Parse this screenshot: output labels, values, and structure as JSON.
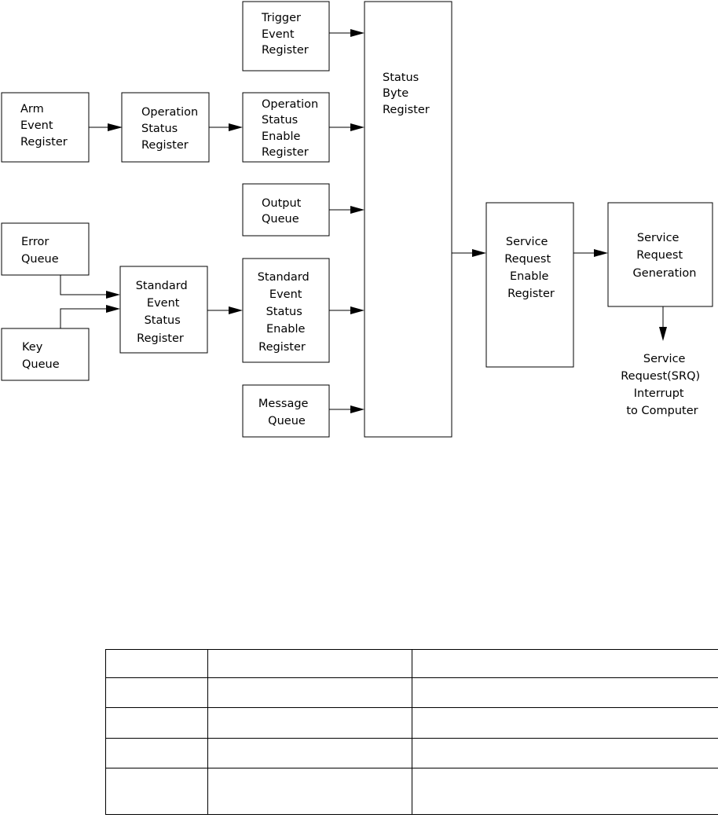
{
  "diagram": {
    "blocks": {
      "arm_event": {
        "lines": [
          "Arm",
          "Event",
          "Register"
        ]
      },
      "operation_status": {
        "lines": [
          "Operation",
          "Status",
          "Register"
        ]
      },
      "trigger_event": {
        "lines": [
          "Trigger",
          "Event",
          "Register"
        ]
      },
      "operation_status_enable": {
        "lines": [
          "Operation",
          "Status",
          "Enable",
          "Register"
        ]
      },
      "output_queue": {
        "lines": [
          "Output",
          "Queue"
        ]
      },
      "error_queue": {
        "lines": [
          "Error",
          "Queue"
        ]
      },
      "key_queue": {
        "lines": [
          "Key",
          "Queue"
        ]
      },
      "standard_event_status": {
        "lines": [
          "Standard",
          "Event",
          "Status",
          "Register"
        ]
      },
      "standard_event_status_enable": {
        "lines": [
          "Standard",
          "Event",
          "Status",
          "Enable",
          "Register"
        ]
      },
      "message_queue": {
        "lines": [
          "Message",
          "Queue"
        ]
      },
      "status_byte": {
        "lines": [
          "Status",
          "Byte",
          "Register"
        ]
      },
      "service_request_enable": {
        "lines": [
          "Service",
          "Request",
          "Enable",
          "Register"
        ]
      },
      "service_request_generation": {
        "lines": [
          "Service",
          "Request",
          "Generation"
        ]
      }
    },
    "output_label": {
      "lines": [
        "Service",
        "Request(SRQ)",
        "Interrupt",
        "to Computer"
      ]
    }
  },
  "table": {
    "rows": [
      [
        "",
        "",
        ""
      ],
      [
        "",
        "",
        ""
      ],
      [
        "",
        "",
        ""
      ],
      [
        "",
        "",
        ""
      ],
      [
        "",
        "",
        ""
      ]
    ]
  }
}
